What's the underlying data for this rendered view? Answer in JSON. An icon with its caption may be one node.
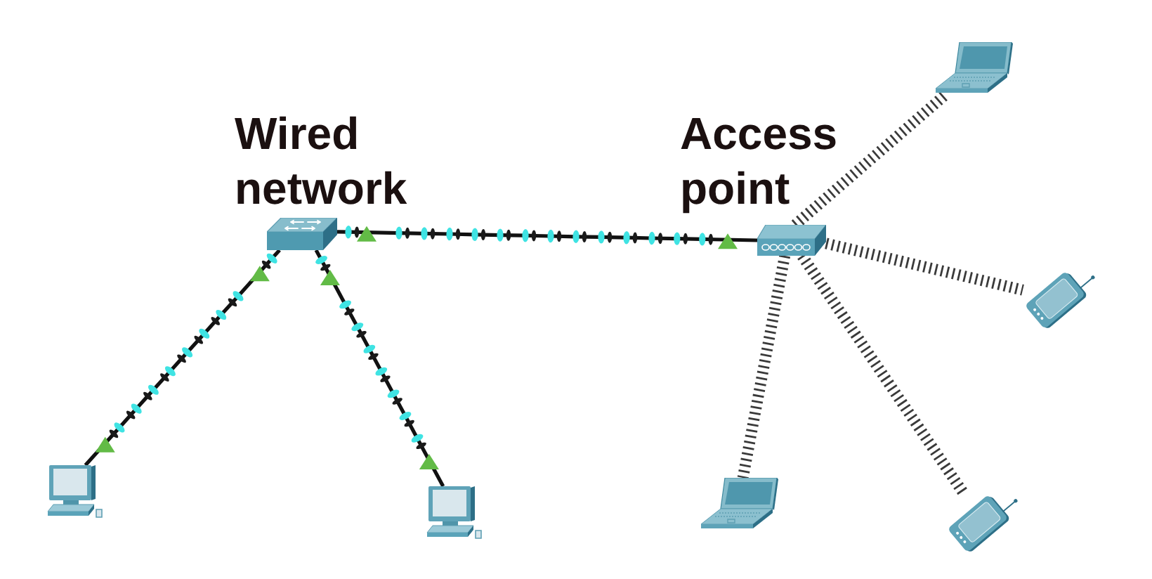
{
  "diagram": {
    "nodes": [
      {
        "text": [],
        "shape": "picture",
        "beside": [
          "Wired network"
        ]
      },
      {
        "text": [],
        "shape": "picture",
        "beside": [
          "Access point"
        ]
      },
      {
        "text": [],
        "shape": "picture"
      },
      {
        "text": [],
        "shape": "picture"
      },
      {
        "text": [],
        "shape": "picture"
      },
      {
        "text": [],
        "shape": "picture"
      },
      {
        "text": [],
        "shape": "picture"
      },
      {
        "text": [],
        "shape": "picture"
      }
    ],
    "edges": [
      {
        "from": 0,
        "to": 1,
        "arrow": "other"
      },
      {
        "from": 0,
        "to": 4,
        "arrow": "other"
      },
      {
        "from": 0,
        "to": 5,
        "arrow": "other"
      },
      {
        "from": 1,
        "to": 2,
        "arrow": "none",
        "style": "dashed"
      },
      {
        "from": 1,
        "to": 3,
        "arrow": "none",
        "style": "dashed"
      },
      {
        "from": 1,
        "to": 6,
        "arrow": "none",
        "style": "dashed"
      },
      {
        "from": 1,
        "to": 7,
        "arrow": "none",
        "style": "dashed"
      }
    ]
  }
}
